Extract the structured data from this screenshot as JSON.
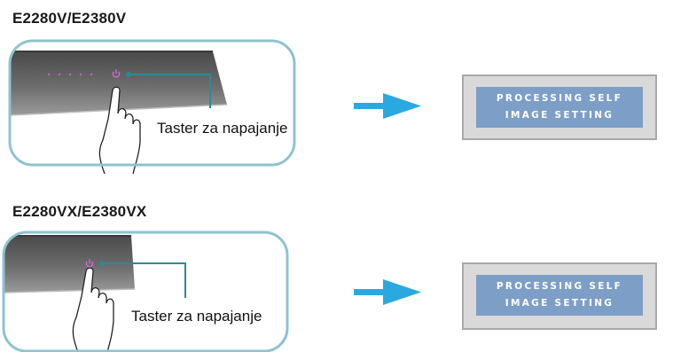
{
  "sections": [
    {
      "model_label": "E2280V/E2380V",
      "button_label": "Taster za napajanje",
      "osd_message": [
        "PROCESSING SELF",
        "IMAGE SETTING"
      ]
    },
    {
      "model_label": "E2280VX/E2380VX",
      "button_label": "Taster za napajanje",
      "osd_message": [
        "PROCESSING SELF",
        "IMAGE SETTING"
      ]
    }
  ],
  "colors": {
    "callout_border": "#8ec3cf",
    "leader_line": "#2a8a99",
    "arrow": "#2aa9e0",
    "panel": "#5d5d5d",
    "power_led": "#d16ad1",
    "osd_screen": "#7d9ec7",
    "osd_frame": "#d9d9d9"
  },
  "icons": [
    "power-icon",
    "pointing-hand-icon",
    "right-arrow-icon"
  ]
}
